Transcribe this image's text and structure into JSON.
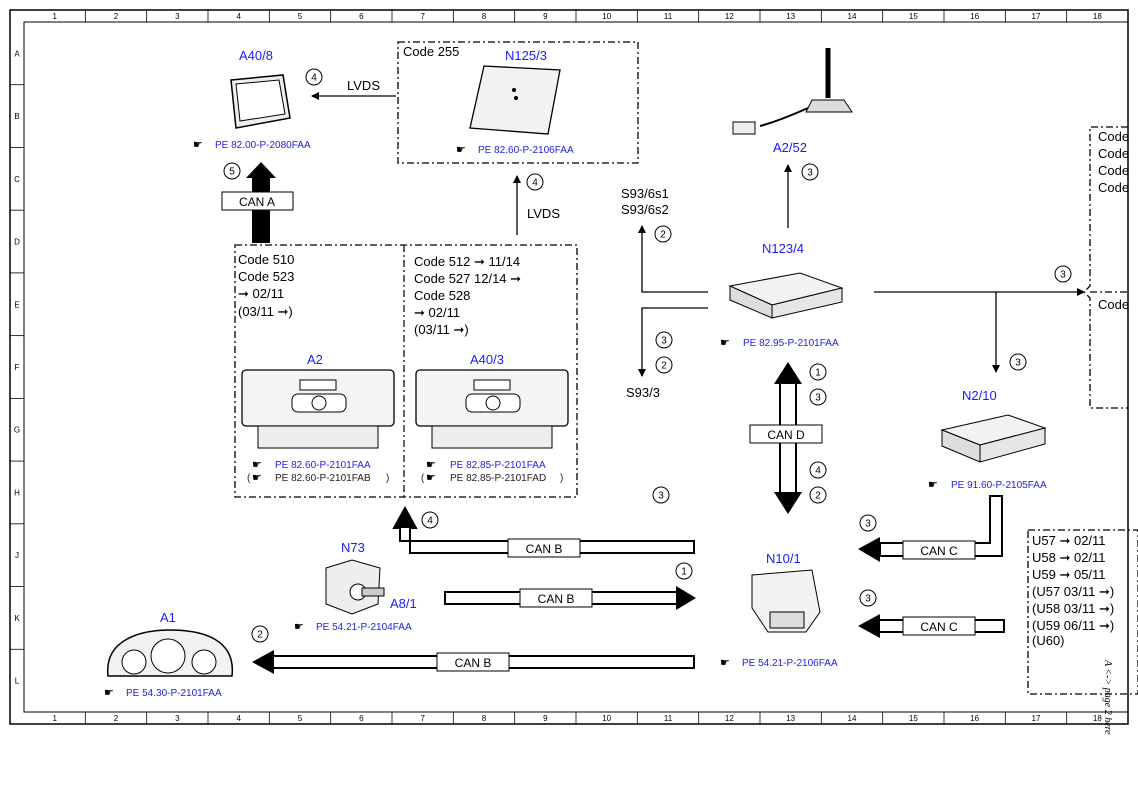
{
  "grid": {
    "columns": [
      "1",
      "2",
      "3",
      "4",
      "5",
      "6",
      "7",
      "8",
      "9",
      "10",
      "11",
      "12",
      "13",
      "14",
      "15",
      "16",
      "17",
      "18"
    ],
    "rows": [
      "A",
      "B",
      "C",
      "D",
      "E",
      "F",
      "G",
      "H",
      "J",
      "K",
      "L"
    ]
  },
  "components": {
    "a40_8": {
      "id": "A40/8",
      "ref": "PE 82.00-P-2080FAA"
    },
    "n125_3": {
      "id": "N125/3",
      "code": "Code 255",
      "ref": "PE 82.60-P-2106FAA"
    },
    "a2_52": {
      "id": "A2/52"
    },
    "n123_4": {
      "id": "N123/4",
      "ref": "PE 82.95-P-2101FAA"
    },
    "a2": {
      "id": "A2",
      "ref1": "PE 82.60-P-2101FAA",
      "ref2": "PE 82.60-P-2101FAB"
    },
    "a40_3": {
      "id": "A40/3",
      "ref1": "PE 82.85-P-2101FAA",
      "ref2": "PE 82.85-P-2101FAD"
    },
    "n2_10": {
      "id": "N2/10",
      "ref": "PE 91.60-P-2105FAA"
    },
    "n73": {
      "id": "N73",
      "sub": "A8/1",
      "ref": "PE 54.21-P-2104FAA"
    },
    "n10_1": {
      "id": "N10/1",
      "ref": "PE 54.21-P-2106FAA"
    },
    "a1": {
      "id": "A1",
      "ref": "PE 54.30-P-2101FAA"
    }
  },
  "left_box": {
    "lines": [
      "Code 510",
      "Code 523",
      "➞ 02/11",
      "(03/11 ➞)"
    ]
  },
  "right_box": {
    "lines": [
      "Code 512  ➞ 11/14",
      "Code 527    12/14 ➞",
      "Code 528",
      "➞ 02/11",
      "(03/11 ➞)"
    ]
  },
  "labels": {
    "lvds_top": "LVDS",
    "lvds_mid": "LVDS",
    "s93_6s1": "S93/6s1",
    "s93_6s2": "S93/6s2",
    "s93_3": "S93/3"
  },
  "buses": {
    "can_a": "CAN A",
    "can_d": "CAN D",
    "can_b_1": "CAN B",
    "can_b_2": "CAN B",
    "can_b_3": "CAN B",
    "can_c_1": "CAN C",
    "can_c_2": "CAN C"
  },
  "markers": {
    "m_a40_8": "4",
    "m_can_a": "5",
    "m_n125": "4",
    "m_a252": "3",
    "m_s93_top": "2",
    "m_s93_b1": "3",
    "m_s93_b2": "2",
    "m_cand_1": "1",
    "m_cand_3": "3",
    "m_cand_4": "4",
    "m_cand_2": "2",
    "m_right": "3",
    "m_n210": "3",
    "m_mid": "3",
    "m_canb1": "4",
    "m_canb2": "1",
    "m_canc1": "3",
    "m_canc2": "3",
    "m_a1": "2"
  },
  "right_codes": {
    "lines": [
      "Code",
      "Code",
      "Code",
      "Code",
      "Code"
    ]
  },
  "variants": {
    "lines": [
      "U57 ➞ 02/11",
      "U58 ➞ 02/11",
      "U59 ➞ 05/11",
      "(U57  03/11 ➞)",
      "(U58  03/11 ➞)",
      "(U59  06/11 ➞)",
      "(U60)"
    ]
  },
  "side_note": "A <-> page 2 here"
}
